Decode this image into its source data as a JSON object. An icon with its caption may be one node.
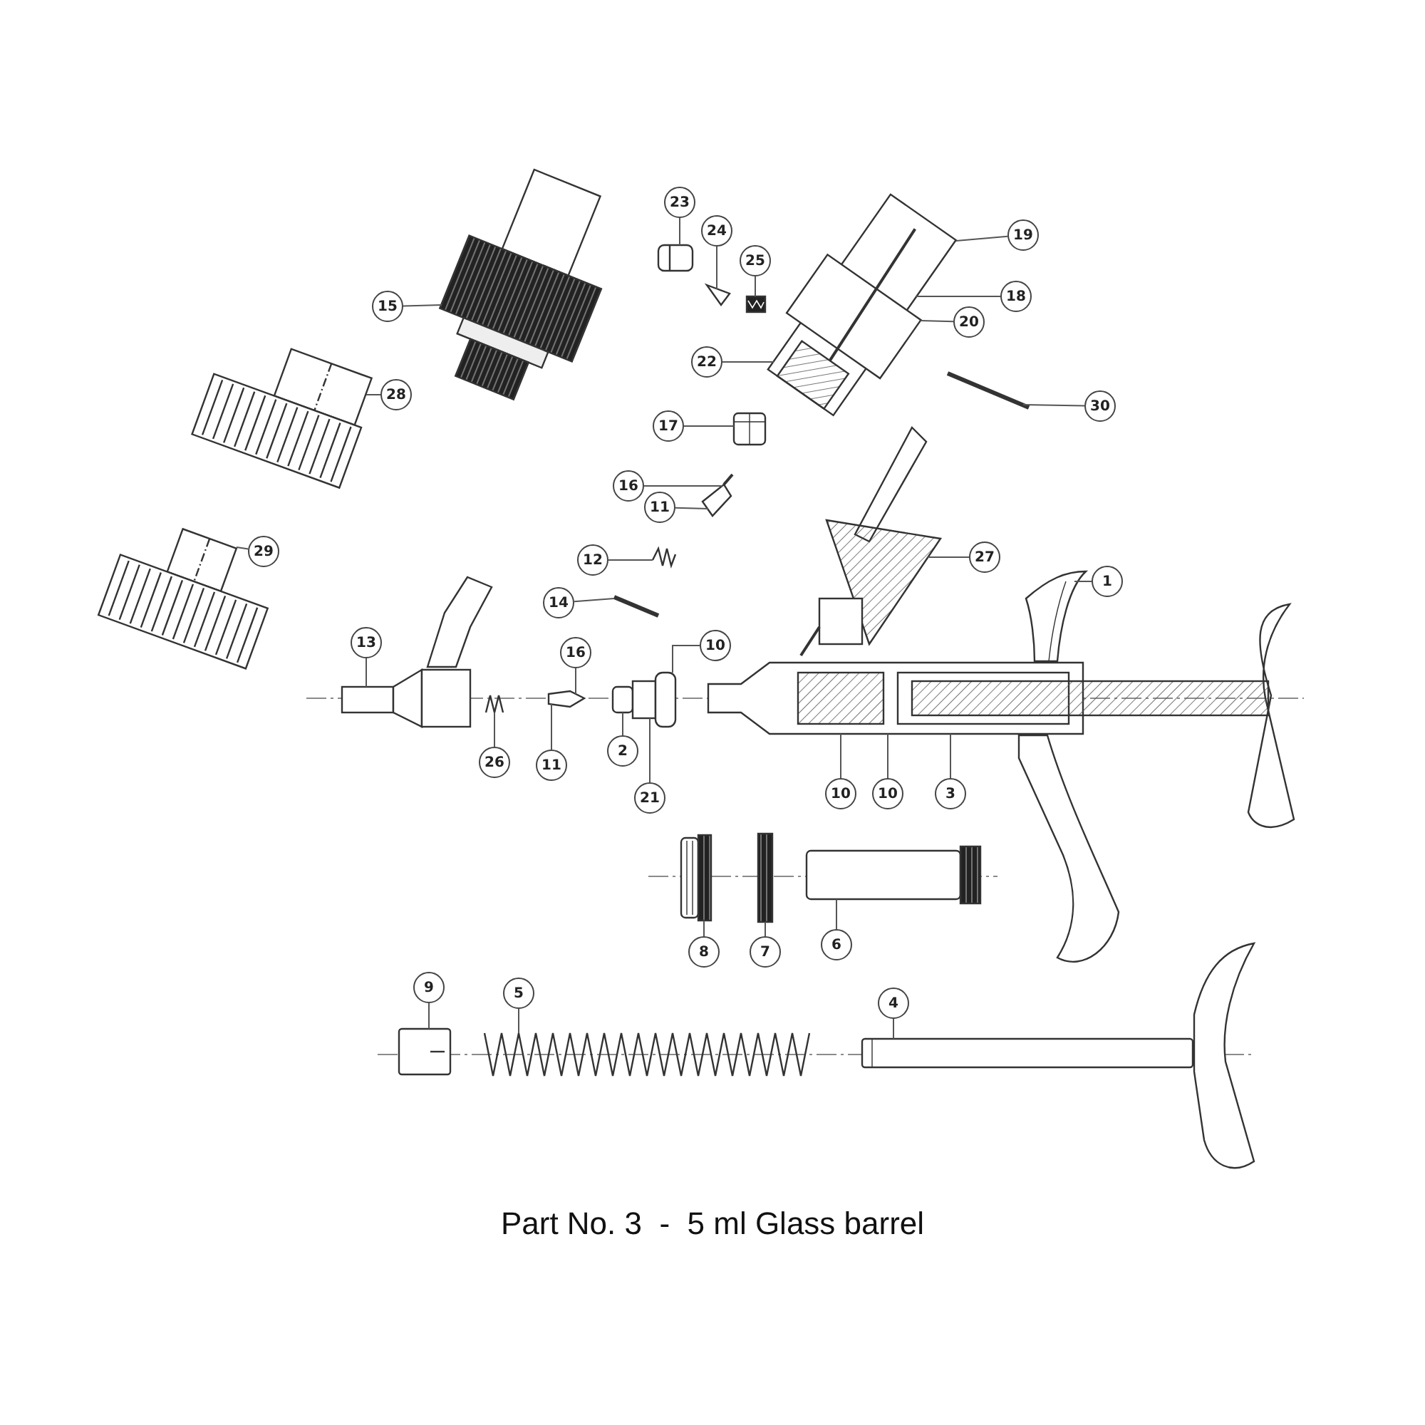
{
  "diagram": {
    "caption": "Part No. 3  -  5 ml Glass barrel",
    "nodes": [
      {
        "text": [
          "23"
        ]
      },
      {
        "text": [
          "24"
        ]
      },
      {
        "text": [
          "19"
        ]
      },
      {
        "text": [
          "25"
        ]
      },
      {
        "text": [
          "18"
        ]
      },
      {
        "text": [
          "15"
        ]
      },
      {
        "text": [
          "20"
        ]
      },
      {
        "text": [
          "22"
        ]
      },
      {
        "text": [
          "28"
        ]
      },
      {
        "text": [
          "30"
        ]
      },
      {
        "text": [
          "17"
        ]
      },
      {
        "text": [
          "16"
        ]
      },
      {
        "text": [
          "11"
        ]
      },
      {
        "text": [
          "29"
        ]
      },
      {
        "text": [
          "27"
        ]
      },
      {
        "text": [
          "12"
        ]
      },
      {
        "text": [
          "1"
        ]
      },
      {
        "text": [
          "14"
        ]
      },
      {
        "text": [
          "13"
        ]
      },
      {
        "text": [
          "10"
        ]
      },
      {
        "text": [
          "16"
        ]
      },
      {
        "text": [
          "2"
        ]
      },
      {
        "text": [
          "26"
        ]
      },
      {
        "text": [
          "11"
        ]
      },
      {
        "text": [
          "10"
        ]
      },
      {
        "text": [
          "10"
        ]
      },
      {
        "text": [
          "3"
        ]
      },
      {
        "text": [
          "21"
        ]
      },
      {
        "text": [
          "6"
        ]
      },
      {
        "text": [
          "7"
        ]
      },
      {
        "text": [
          "8"
        ]
      },
      {
        "text": [
          "9"
        ]
      },
      {
        "text": [
          "5"
        ]
      },
      {
        "text": [
          "4"
        ]
      },
      {
        "text": [],
        "shape": "picture"
      },
      {
        "text": [],
        "shape": "picture"
      },
      {
        "text": [],
        "shape": "picture"
      },
      {
        "text": [],
        "shape": "picture"
      },
      {
        "text": [],
        "shape": "picture"
      },
      {
        "text": [],
        "shape": "picture"
      },
      {
        "text": [],
        "shape": "picture"
      },
      {
        "text": [],
        "shape": "box"
      },
      {
        "text": [],
        "shape": "picture"
      },
      {
        "text": [],
        "shape": "picture"
      },
      {
        "text": [],
        "shape": "picture"
      },
      {
        "text": [],
        "shape": "picture"
      },
      {
        "text": [],
        "shape": "picture"
      },
      {
        "text": [],
        "shape": "picture"
      },
      {
        "text": [],
        "shape": "picture"
      },
      {
        "text": [],
        "shape": "picture"
      },
      {
        "text": [],
        "shape": "picture"
      },
      {
        "text": [],
        "shape": "picture"
      },
      {
        "text": [],
        "shape": "picture"
      },
      {
        "text": [],
        "shape": "picture"
      },
      {
        "text": [],
        "shape": "picture"
      },
      {
        "text": [],
        "shape": "picture"
      },
      {
        "text": [],
        "shape": "picture"
      },
      {
        "text": [],
        "shape": "picture"
      },
      {
        "text": [],
        "shape": "picture"
      }
    ],
    "edges": [
      {
        "from": 0,
        "to": 35,
        "arrow": "none"
      },
      {
        "from": 1,
        "to": 36,
        "arrow": "none"
      },
      {
        "from": 2,
        "to": 38,
        "arrow": "none"
      },
      {
        "from": 3,
        "to": 37,
        "arrow": "none"
      },
      {
        "from": 4,
        "to": 38,
        "arrow": "none"
      },
      {
        "from": 5,
        "to": 34,
        "arrow": "none"
      },
      {
        "from": 6,
        "to": 38,
        "arrow": "none"
      },
      {
        "from": 7,
        "to": 38,
        "arrow": "none"
      },
      {
        "from": 8,
        "to": 39,
        "arrow": "none"
      },
      {
        "from": 9,
        "to": 40,
        "arrow": "none"
      },
      {
        "from": 10,
        "to": 41,
        "arrow": "none"
      },
      {
        "from": 11,
        "to": 42,
        "arrow": "none"
      },
      {
        "from": 12,
        "to": 42,
        "arrow": "none"
      },
      {
        "from": 13,
        "to": 43,
        "arrow": "none"
      },
      {
        "from": 14,
        "to": 44,
        "arrow": "none"
      },
      {
        "from": 15,
        "to": 45,
        "arrow": "none"
      },
      {
        "from": 16,
        "to": 58,
        "arrow": "none"
      },
      {
        "from": 17,
        "to": 47,
        "arrow": "none"
      },
      {
        "from": 18,
        "to": 48,
        "arrow": "none"
      },
      {
        "from": 19,
        "to": 51,
        "arrow": "none"
      },
      {
        "from": 20,
        "to": 50,
        "arrow": "none"
      },
      {
        "from": 21,
        "to": 51,
        "arrow": "none"
      },
      {
        "from": 22,
        "to": 49,
        "arrow": "none"
      },
      {
        "from": 23,
        "to": 50,
        "arrow": "none"
      },
      {
        "from": 24,
        "to": 46,
        "arrow": "none"
      },
      {
        "from": 25,
        "to": 46,
        "arrow": "none"
      },
      {
        "from": 26,
        "to": 46,
        "arrow": "none"
      },
      {
        "from": 27,
        "to": 51,
        "arrow": "none"
      },
      {
        "from": 28,
        "to": 54,
        "arrow": "none"
      },
      {
        "from": 29,
        "to": 53,
        "arrow": "none"
      },
      {
        "from": 30,
        "to": 52,
        "arrow": "none"
      },
      {
        "from": 31,
        "to": 55,
        "arrow": "none"
      },
      {
        "from": 32,
        "to": 56,
        "arrow": "none"
      },
      {
        "from": 33,
        "to": 57,
        "arrow": "none"
      }
    ]
  }
}
